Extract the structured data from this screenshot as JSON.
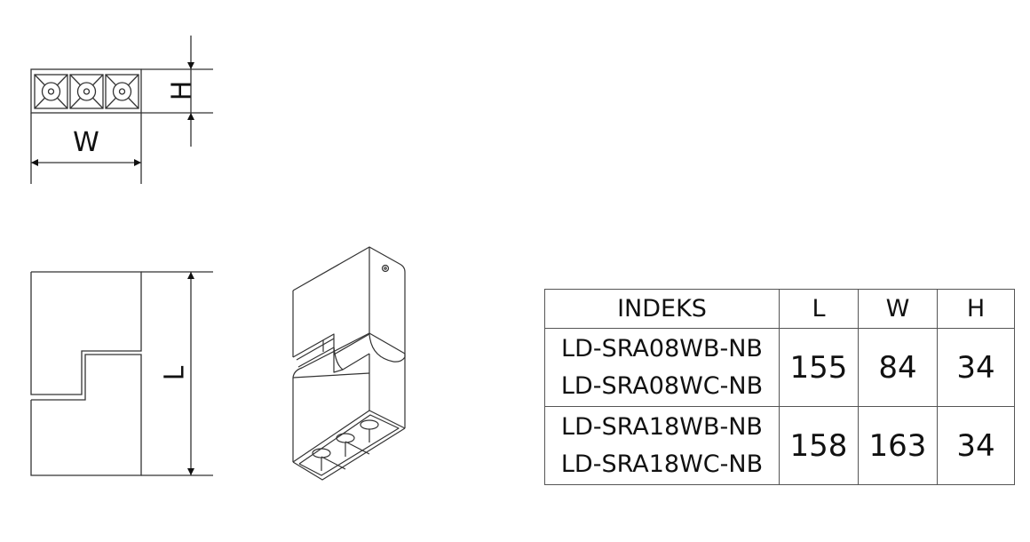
{
  "dimensions": {
    "w_label": "W",
    "h_label": "H",
    "l_label": "L"
  },
  "table": {
    "headers": [
      "INDEKS",
      "L",
      "W",
      "H"
    ],
    "rows": [
      {
        "indeks": [
          "LD-SRA08WB-NB",
          "LD-SRA08WC-NB"
        ],
        "L": "155",
        "W": "84",
        "H": "34"
      },
      {
        "indeks": [
          "LD-SRA18WB-NB",
          "LD-SRA18WC-NB"
        ],
        "L": "158",
        "W": "163",
        "H": "34"
      }
    ]
  },
  "colors": {
    "line": "#333333",
    "text": "#111111",
    "background": "#ffffff"
  }
}
